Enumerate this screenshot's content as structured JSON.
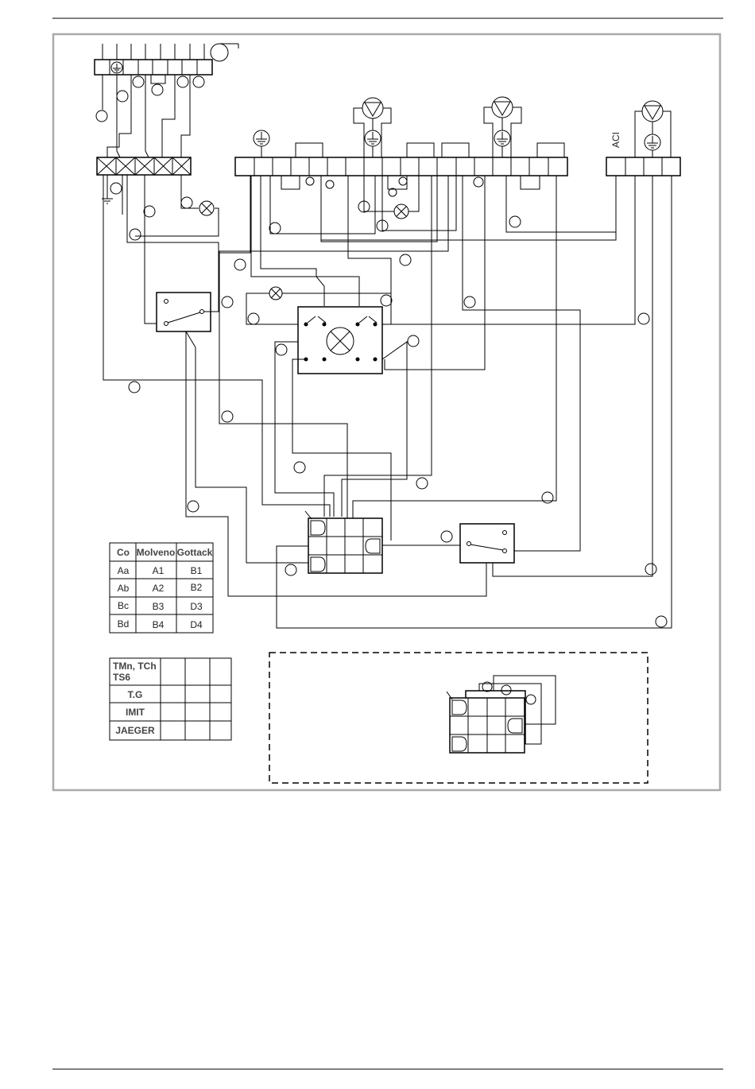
{
  "connector_label": "ACI",
  "table1": {
    "headers": [
      "Co",
      "Molveno",
      "Gottack"
    ],
    "rows": [
      [
        "Aa",
        "A1",
        "B1"
      ],
      [
        "Ab",
        "A2",
        "B2"
      ],
      [
        "Bc",
        "B3",
        "D3"
      ],
      [
        "Bd",
        "B4",
        "D4"
      ]
    ]
  },
  "table2": {
    "rows": [
      "TMn, TCh\nTS6",
      "T.G",
      "IMIT",
      "JAEGER"
    ]
  }
}
